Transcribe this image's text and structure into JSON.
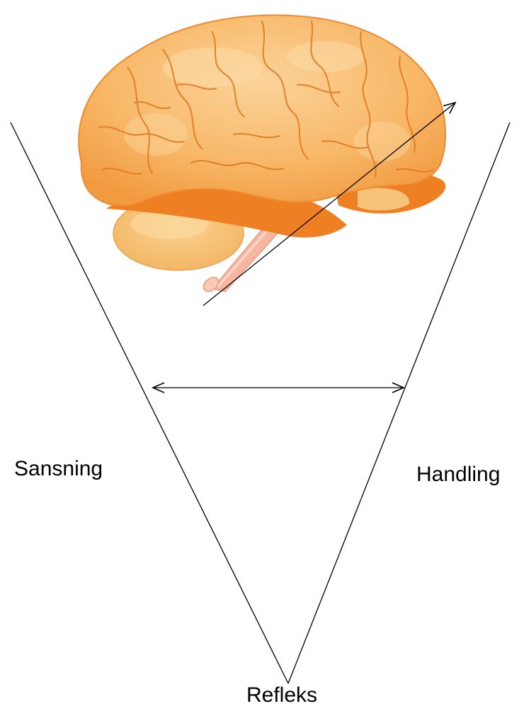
{
  "labels": {
    "sensing": "Sansning",
    "action": "Handling",
    "reflex": "Refleks"
  },
  "colors": {
    "line": "#000000",
    "brain_light": "#F8BE6E",
    "brain_mid": "#F4A24A",
    "brain_dark": "#EE7F22",
    "brain_highlight": "#FBD7A0",
    "cerebellum": "#F6C374",
    "spinal_cord": "#F6B7A0"
  },
  "icons": {
    "brain": "brain-illustration"
  }
}
